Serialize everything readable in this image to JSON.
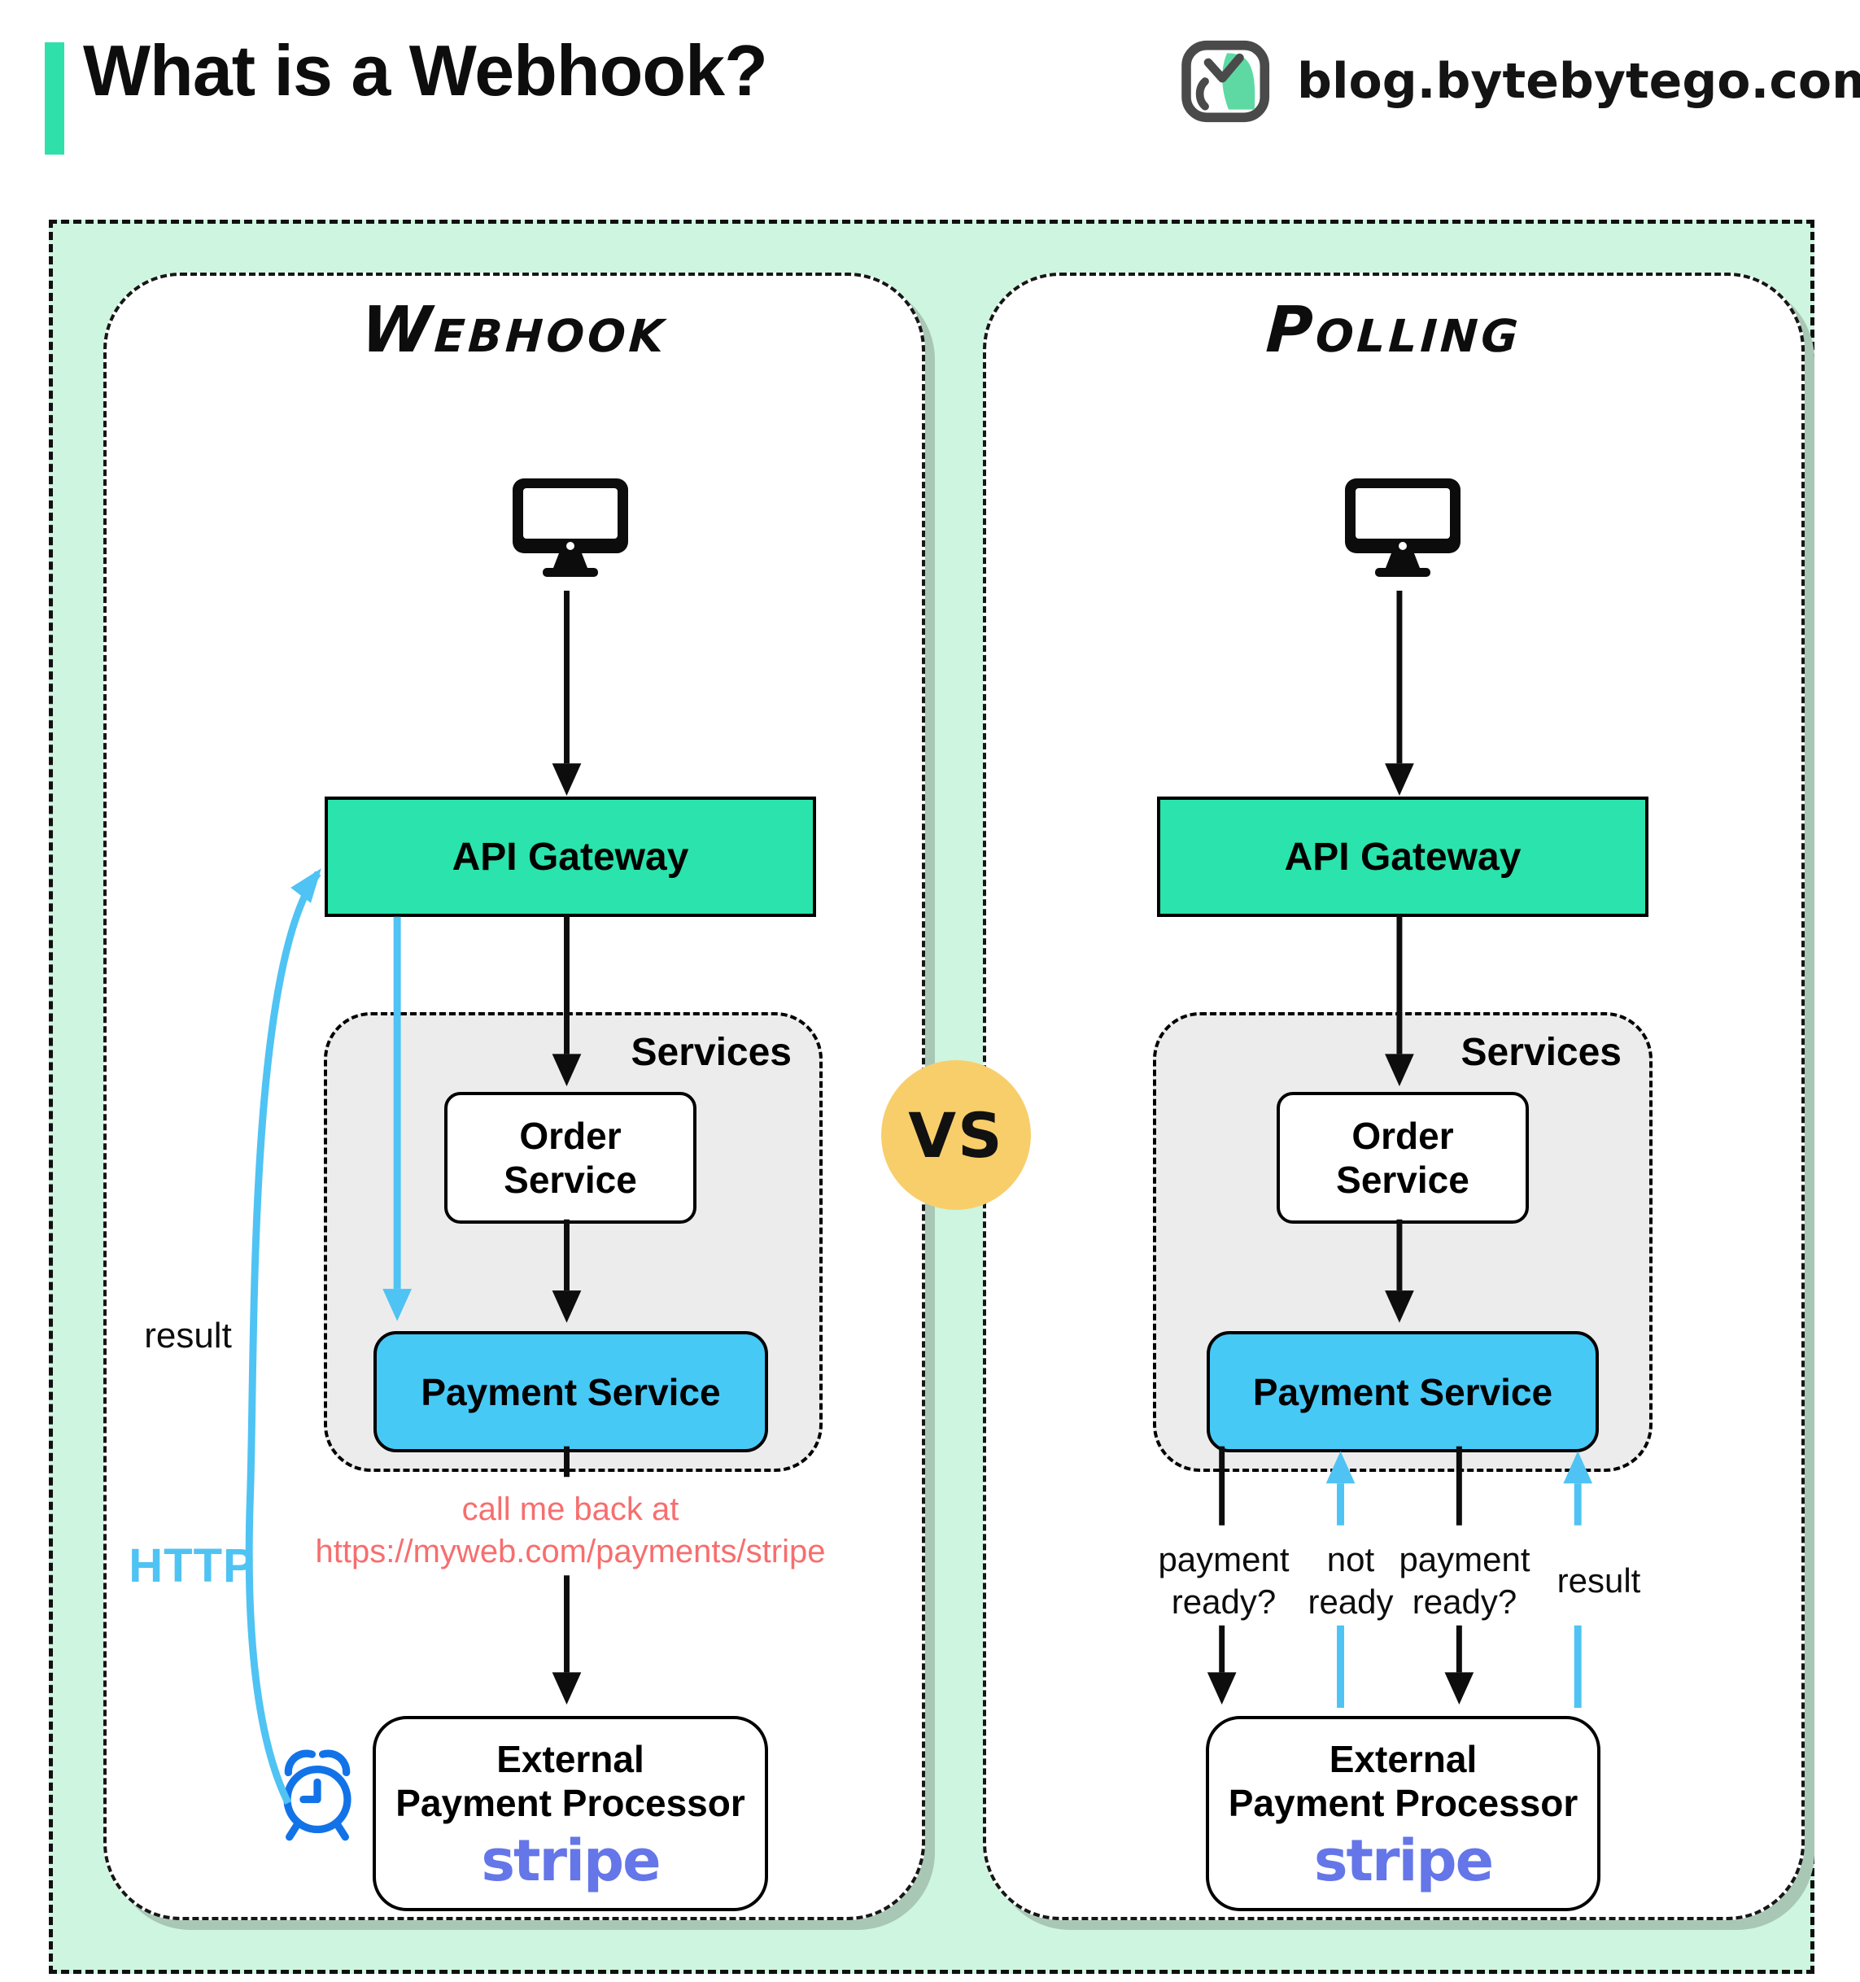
{
  "header": {
    "title": "What is a Webhook?",
    "site": "blog.bytebytego.com"
  },
  "vs_label": "VS",
  "icons": {
    "brand": "bytebytego-logo",
    "client": "desktop-computer",
    "timer": "alarm-clock"
  },
  "colors": {
    "page_bg": "#ffffff",
    "canvas_mint": "#cdf5df",
    "accent_teal": "#2fe0ab",
    "gateway_green": "#2be3ac",
    "payment_blue": "#47c9f6",
    "cyan_arrow": "#4fc3f3",
    "services_gray": "#ececec",
    "vs_yellow": "#f8ce6b",
    "note_red": "#f76e6e",
    "stripe_purple": "#6476e8",
    "clock_blue": "#1273e8",
    "ink": "#0d0d0d",
    "panel_shadow": "#a9c7b5",
    "logo_green": "#5fd9a3",
    "logo_gray": "#4a4a4a"
  },
  "panels": {
    "webhook": {
      "title": "Webhook",
      "api_gateway": "API Gateway",
      "services_label": "Services",
      "order_line1": "Order",
      "order_line2": "Service",
      "payment_service": "Payment Service",
      "note_line1": "call me back at",
      "note_line2": "https://myweb.com/payments/stripe",
      "external_line1": "External",
      "external_line2": "Payment Processor",
      "stripe_label": "stripe",
      "result_label": "result",
      "http_label": "HTTP"
    },
    "polling": {
      "title": "Polling",
      "api_gateway": "API Gateway",
      "services_label": "Services",
      "order_line1": "Order",
      "order_line2": "Service",
      "payment_service": "Payment Service",
      "external_line1": "External",
      "external_line2": "Payment Processor",
      "stripe_label": "stripe",
      "poll_labels": {
        "q1_line1": "payment",
        "q1_line2": "ready?",
        "not_line1": "not",
        "not_line2": "ready",
        "q2_line1": "payment",
        "q2_line2": "ready?",
        "result": "result"
      }
    }
  }
}
